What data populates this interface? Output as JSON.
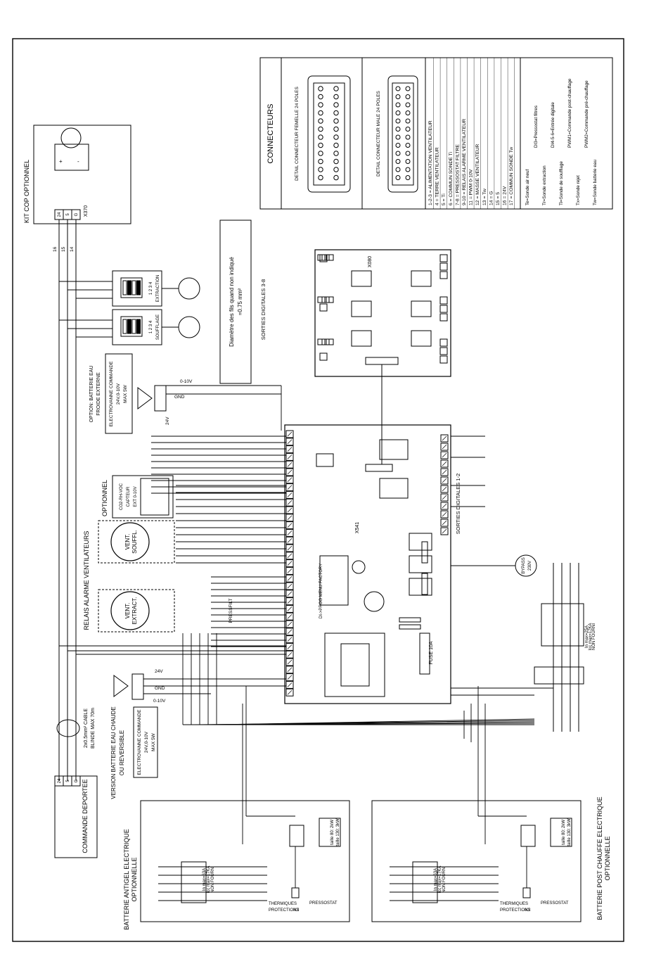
{
  "blocks": {
    "kit_cop": {
      "title": "KIT COP OPTIONNEL",
      "x370": "X370",
      "pins": [
        "24",
        "5",
        "G"
      ],
      "wires": [
        "16",
        "15",
        "14"
      ],
      "plus": "+",
      "minus": "-"
    },
    "commande": {
      "title": "COMMANDE DEPORTEE",
      "pins": [
        "24",
        "5",
        "G"
      ],
      "cable1": "2x0.5mm² CABLE",
      "cable2": "BLINDE MAX 70m"
    },
    "connecteurs": {
      "title": "CONNECTEURS",
      "female": "DETAIL CONNECTEUR FEMELLE 24 POLES",
      "male": "DETAIL CONNECTEUR MALE 24 POLES",
      "list": [
        "1-2-3 = ALIMENTATION VENTILATEUR",
        "4 = TERRE VENTILATEUR",
        "5 = Ti",
        "6 = COMMUN SONDE Ti",
        "7-8 = PRESSOSTAT FILTRE",
        "9-10 = RELAIS ALARME VENTILATEUR",
        "11 = PWM 0-10V",
        "12 = MASSE VENTILATEUR",
        "13 = Tw",
        "14 = G",
        "15 = 5",
        "16 = 24V",
        "17 = COMMUN SONDE Tw"
      ],
      "legend_left": [
        "Te=Sonde air neuf",
        "Tr=Sonde extraction",
        "Ti=Sonde de soufflage",
        "Tx=Sonde rejet",
        "Tw=Sonde batterie eau"
      ],
      "legend_right": [
        "DI3=Pressostat filtres",
        "DI4-5-6=Entrée digitale",
        "PWM1=Commande post-chauffage",
        "PWM2=Commande pré-chauffage"
      ]
    },
    "note": {
      "line1": "Diamètre des fils quand non indiqué",
      "line2": "=0.75 mm²"
    },
    "x080": {
      "title": "X080",
      "sorties": "SORTIES DIGITALES 3-8"
    },
    "x541": {
      "title": "X541",
      "sorties": "SORTIES DIGITALES 1-2",
      "fuse": "FUSE 10A",
      "menu": "DI->PROG MENU FACTORY"
    },
    "dip": [
      {
        "t": "SOUFFLAGE",
        "n": "1 2 3 4"
      },
      {
        "t": "EXTRACTION",
        "n": "1 2 3 4"
      }
    ],
    "option_eau": {
      "l1": "OPTION: BATTERIE EAU",
      "l2": "FROIDE EXTERNE",
      "l3": "ELECTROVANNE COMMANDE",
      "l4": "24V,0-10V",
      "l5": "MAX 5W"
    },
    "optionnel": {
      "title": "OPTIONNEL",
      "l1": "CO2-RH-VOC",
      "l2": "CAPTEUR",
      "l3": "EXT 0-10V"
    },
    "vent": {
      "souffl1": "VENT.",
      "souffl2": "SOUFFL.",
      "extract1": "VENT.",
      "extract2": "EXTRACT.",
      "relais": "RELAIS ALARME VENTILATEURS"
    },
    "version_eau": {
      "l1": "VERSION BATTERIE EAU CHAUDE",
      "l2": "OU REVERSIBLE",
      "l3": "ELECTROVANNE COMMANDE",
      "l4": "24V,0-10V",
      "l5": "MAX 5W"
    },
    "bypass": {
      "l1": "BYPASS",
      "l2": "230V"
    },
    "alim": {
      "nonfourni": "NON FOURNI",
      "in1": "In max=25A",
      "icc1": "Icc max=17KA"
    },
    "antigel": {
      "l1": "BATTERIE ANTIGEL ELECTRIQUE",
      "l2": "OPTIONNELLE",
      "taille1": "taille 80: 2kW",
      "taille2": "taille 130: 3kW",
      "protec": "PROTECTIONS",
      "therm": "THERMIQUES",
      "press": "PRESSOSTAT",
      "k2": "K2",
      "in": "In max=63A",
      "icc": "Icc max=17KA",
      "nf": "NON FOURNI"
    },
    "post": {
      "l1": "BATTERIE POST CHAUFFE ELECTRIQUE",
      "l2": "OPTIONNELLE",
      "taille1": "taille 80: 2kW",
      "taille2": "taille 130: 3kW",
      "protec": "PROTECTIONS",
      "therm": "THERMIQUES",
      "press": "PRESSOSTAT",
      "k2": "K2",
      "in": "In max=63A",
      "icc": "Icc max=17KA",
      "nf": "NON FOURNI"
    },
    "labels": {
      "v010": "0-10V",
      "gnd": "GND",
      "v24": "24V",
      "pressfilt": "PRESSFILT",
      "pwm": "PWM 0-10V"
    }
  }
}
